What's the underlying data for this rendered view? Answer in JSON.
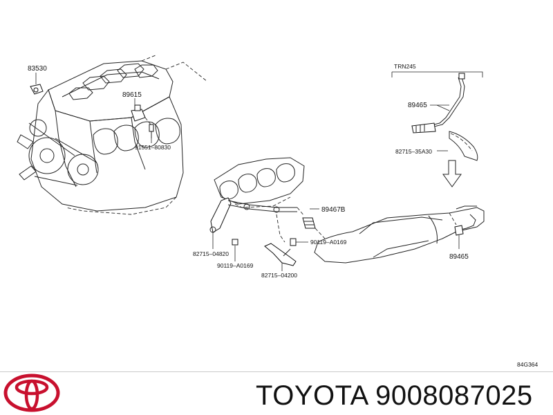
{
  "diagram": {
    "callouts": [
      {
        "id": "83530",
        "text": "83530"
      },
      {
        "id": "89615",
        "text": "89615"
      },
      {
        "id": "91551-80830",
        "text": "91551–80830"
      },
      {
        "id": "trn245",
        "text": "TRN245"
      },
      {
        "id": "89465-top",
        "text": "89465"
      },
      {
        "id": "82715-35A30",
        "text": "82715–35A30"
      },
      {
        "id": "89467B",
        "text": "89467B"
      },
      {
        "id": "82715-04820",
        "text": "82715–04820"
      },
      {
        "id": "90119-A0169-right",
        "text": "90119–A0169"
      },
      {
        "id": "90119-A0169-left",
        "text": "90119–A0169"
      },
      {
        "id": "82715-04200",
        "text": "82715–04200"
      },
      {
        "id": "89465-bottom",
        "text": "89465"
      }
    ],
    "figure_code": "84G364"
  },
  "footer": {
    "brand_text": "TOYOTA 9008087025",
    "logo_icon": "toyota-logo-icon",
    "logo_color": "#c8102e"
  }
}
